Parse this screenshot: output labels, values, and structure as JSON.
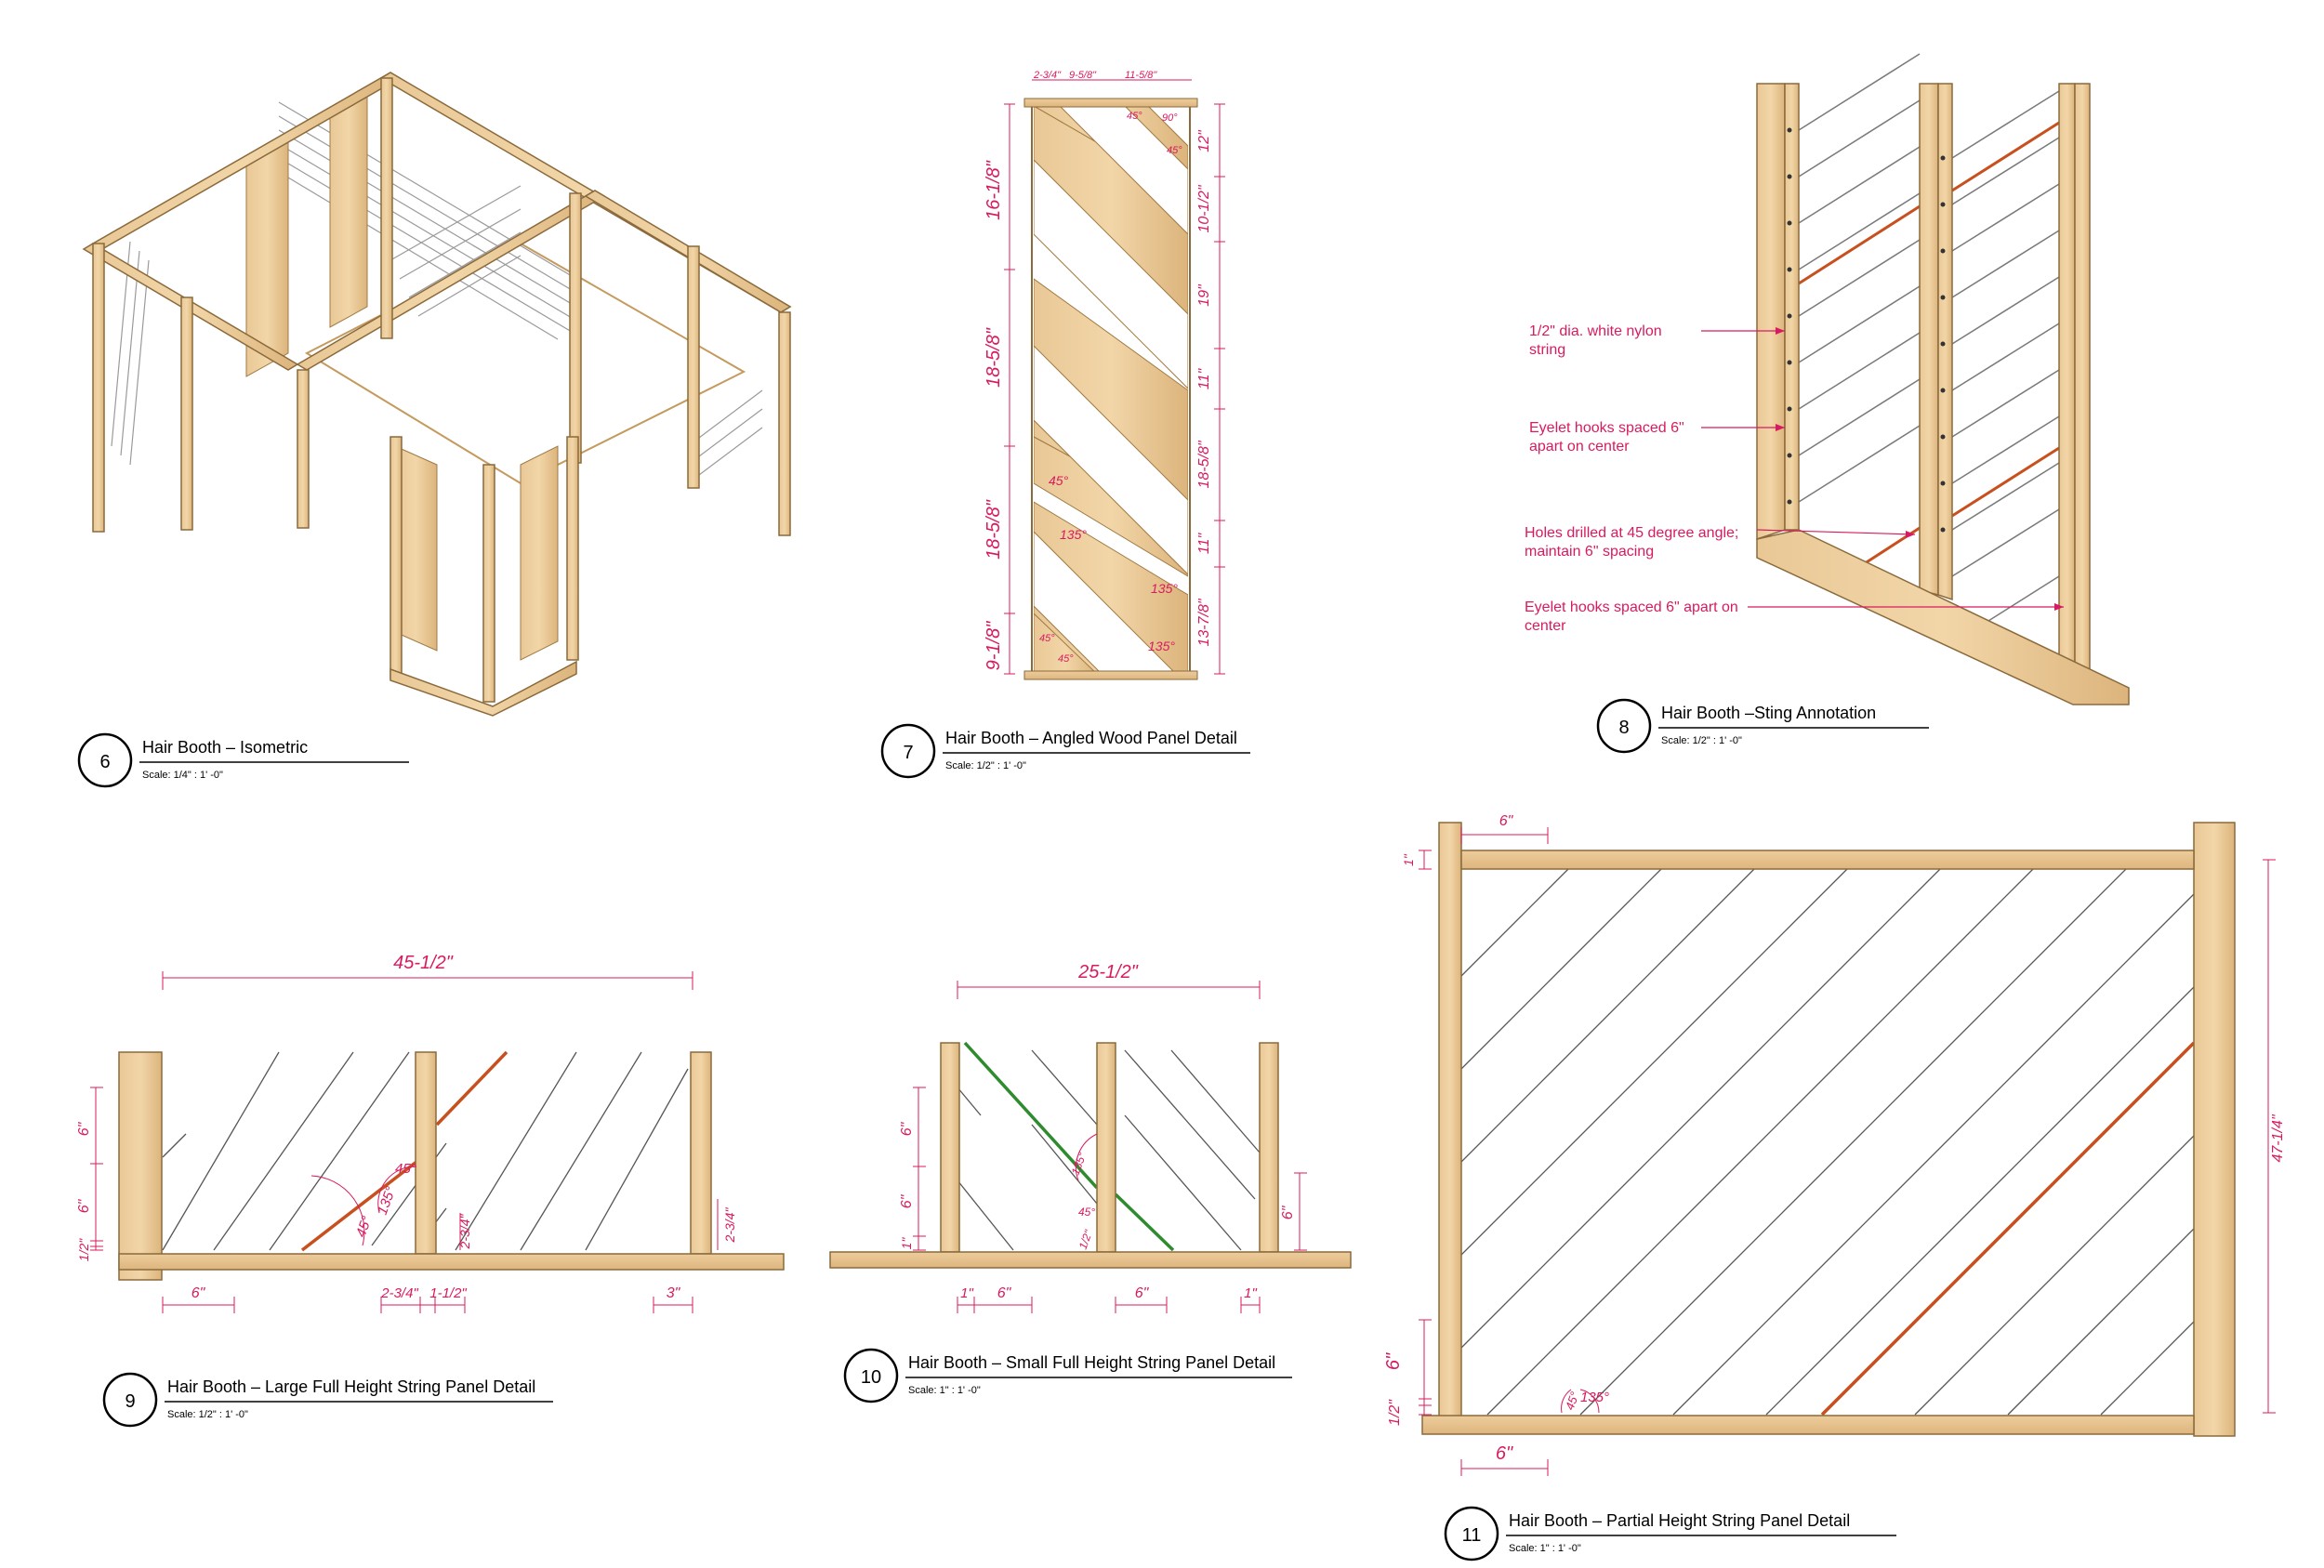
{
  "colors": {
    "wood": "#e6c28f",
    "wood_edge": "#8a6a3c",
    "dim": "#d81b60",
    "string": "#555555",
    "orange_string": "#c8501e",
    "green_string": "#2e8b2e"
  },
  "views": {
    "v6": {
      "num": "6",
      "title": "Hair Booth – Isometric",
      "scale": "Scale:  1/4\" : 1' -0\""
    },
    "v7": {
      "num": "7",
      "title": "Hair Booth – Angled Wood Panel Detail",
      "scale": "Scale:  1/2\" : 1' -0\""
    },
    "v8": {
      "num": "8",
      "title": "Hair Booth –Sting Annotation",
      "scale": "Scale:  1/2\" : 1' -0\""
    },
    "v9": {
      "num": "9",
      "title": "Hair Booth – Large Full Height String Panel Detail",
      "scale": "Scale:  1/2\" : 1' -0\""
    },
    "v10": {
      "num": "10",
      "title": "Hair Booth – Small Full Height String Panel Detail",
      "scale": "Scale:  1\" : 1' -0\""
    },
    "v11": {
      "num": "11",
      "title": "Hair Booth – Partial Height String Panel Detail",
      "scale": "Scale:  1\" : 1' -0\""
    }
  },
  "v7_dims": {
    "top": [
      "2-3/4\"",
      "9-5/8\"",
      "11-5/8\""
    ],
    "left": [
      "16-1/8\"",
      "18-5/8\"",
      "18-5/8\"",
      "9-1/8\""
    ],
    "right": [
      "12\"",
      "10-1/2\"",
      "19\"",
      "11\"",
      "18-5/8\"",
      "11\"",
      "13-7/8\""
    ],
    "angles": [
      "45°",
      "90°",
      "45°",
      "45°",
      "135°",
      "135°",
      "45°",
      "45°",
      "135°"
    ]
  },
  "v8_notes": {
    "n1a": "1/2\" dia. white nylon",
    "n1b": "string",
    "n2a": "Eyelet hooks spaced 6\"",
    "n2b": "apart on center",
    "n3a": "Holes drilled at 45 degree angle;",
    "n3b": "maintain 6\" spacing",
    "n4a": "Eyelet hooks spaced 6\" apart on",
    "n4b": "center"
  },
  "v9_dims": {
    "width": "45-1/2\"",
    "left_a": "6\"",
    "left_b": "6\"",
    "left_c": "1/2\"",
    "bottom_a": "6\"",
    "bottom_b": "2-3/4\"",
    "bottom_c": "1-1/2\"",
    "bottom_d": "3\"",
    "mid_h": "2-3/4\"",
    "right_h": "2-3/4\"",
    "ang_a": "45°",
    "ang_b": "135°",
    "ang_c": "45°"
  },
  "v10_dims": {
    "width": "25-1/2\"",
    "left_a": "6\"",
    "left_b": "6\"",
    "left_c": "1\"",
    "bottom_a": "1\"",
    "bottom_b": "6\"",
    "bottom_c": "6\"",
    "bottom_d": "1\"",
    "right_h": "6\"",
    "ang_a": "135°",
    "ang_b": "45°",
    "small": "1/2\""
  },
  "v11_dims": {
    "top": "6\"",
    "top_left": "1\"",
    "right_h": "47-1/4\"",
    "left_a": "6\"",
    "left_b": "1/2\"",
    "bottom": "6\"",
    "ang_a": "45°",
    "ang_b": "135°"
  }
}
